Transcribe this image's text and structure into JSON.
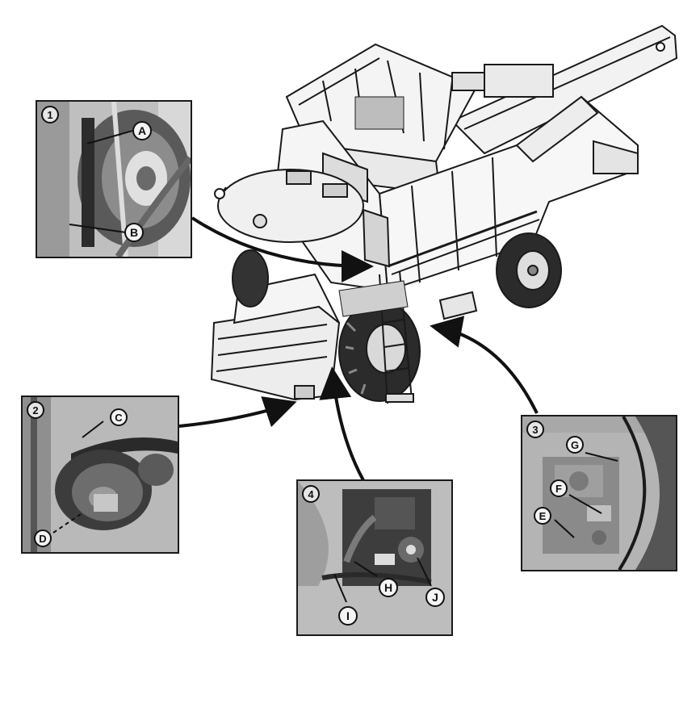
{
  "panels": {
    "p1": {
      "number": "1",
      "callouts": {
        "a": "A",
        "b": "B"
      }
    },
    "p2": {
      "number": "2",
      "callouts": {
        "c": "C",
        "d": "D"
      }
    },
    "p3": {
      "number": "3",
      "callouts": {
        "g": "G",
        "f": "F",
        "e": "E"
      }
    },
    "p4": {
      "number": "4",
      "callouts": {
        "h": "H",
        "i": "I",
        "j": "J"
      }
    }
  },
  "colors": {
    "line": "#1a1a1a",
    "photo_bg": "#c9c9c9",
    "machine_fill": "#f2f2f2"
  }
}
